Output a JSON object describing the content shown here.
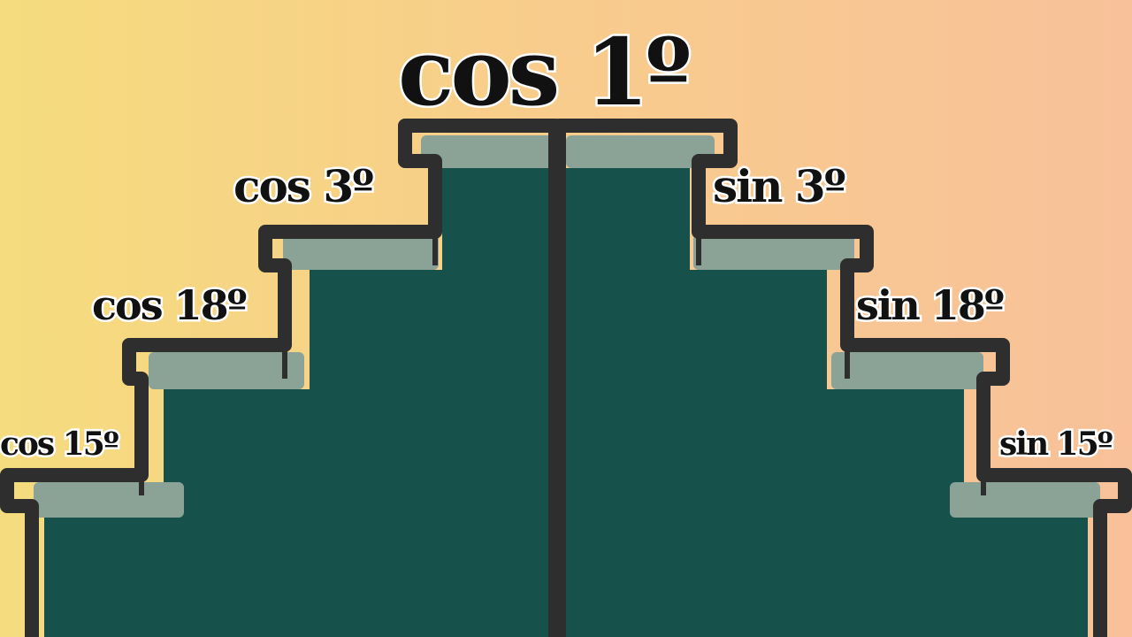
{
  "title": "cos 1º",
  "left_steps": {
    "top": "cos 3º",
    "middle": "cos 18º",
    "bottom": "cos 15º"
  },
  "right_steps": {
    "top": "sin 3º",
    "middle": "sin 18º",
    "bottom": "sin 15º"
  },
  "colors": {
    "background_left": "#f5dc7e",
    "background_right": "#f8c19a",
    "step_fill": "#16514c",
    "step_highlight": "#8aa396",
    "outline": "#2e2e2e"
  }
}
